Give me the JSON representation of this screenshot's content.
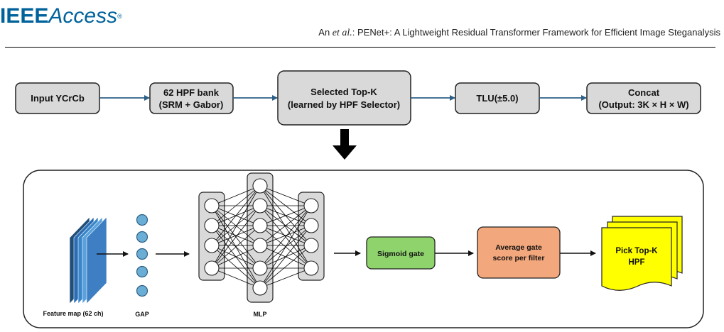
{
  "header": {
    "logo_part1": "IEEE",
    "logo_part2": "Access",
    "logo_tm": "®",
    "authors_prefix": "An ",
    "authors_etal": "et al.",
    "title": ": PENet+: A Lightweight Residual Transformer Framework for Efficient Image Steganalysis"
  },
  "pipeline": {
    "input": "Input YCrCb",
    "hpf_line1": "62 HPF bank",
    "hpf_line2": "(SRM + Gabor)",
    "select_line1": "Selected Top-K",
    "select_line2": "(learned by HPF Selector)",
    "tlu": "TLU(±5.0)",
    "concat_line1": "Concat",
    "concat_line2": "(Output: 3K × H × W)"
  },
  "selector": {
    "feature_label": "Feature map (62 ch)",
    "gap_label": "GAP",
    "mlp_label": "MLP",
    "sigmoid": "Sigmoid gate",
    "avg_line1": "Average gate",
    "avg_line2": "score per filter",
    "pick_line1": "Pick Top-K",
    "pick_line2": "HPF"
  },
  "colors": {
    "box_fill": "#d9d9d9",
    "arrow_blue": "#2e5f86",
    "gap_circle": "#6aaed6",
    "sigmoid_fill": "#8fd36c",
    "avg_fill": "#f3a77c",
    "pick_fill": "#ffff00"
  }
}
